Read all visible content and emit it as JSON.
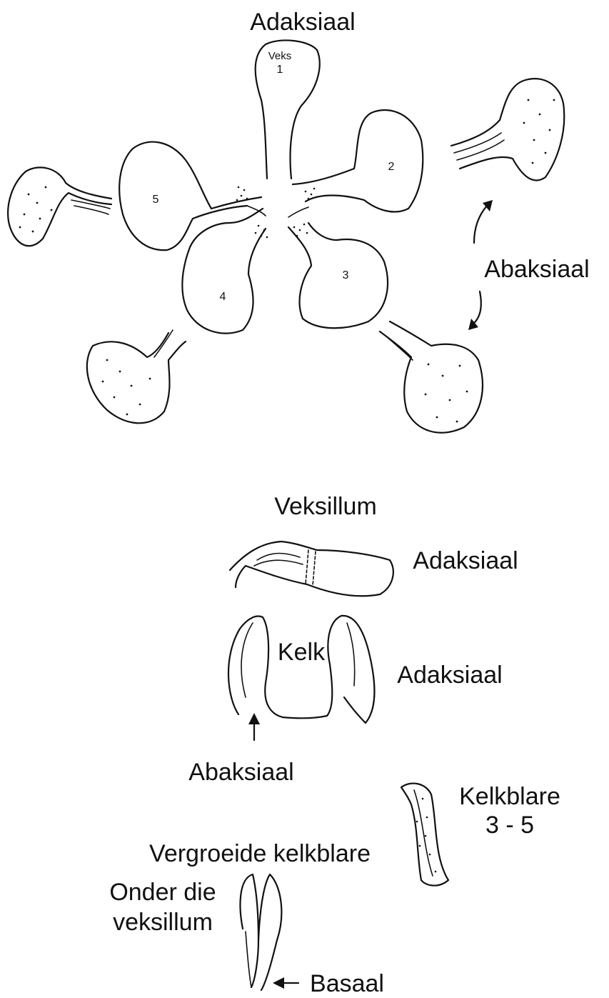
{
  "labels": {
    "adaksiaal_top": "Adaksiaal",
    "veks_short": "Veks",
    "petal_1": "1",
    "petal_2": "2",
    "petal_3": "3",
    "petal_4": "4",
    "petal_5": "5",
    "abaksiaal_right": "Abaksiaal",
    "veksillum_title": "Veksillum",
    "adaksiaal_veksillum": "Adaksiaal",
    "kelk_title": "Kelk",
    "adaksiaal_kelk": "Adaksiaal",
    "abaksiaal_kelk": "Abaksiaal",
    "kelkblare_line1": "Kelkblare",
    "kelkblare_line2": "3 - 5",
    "vergroeide": "Vergroeide kelkblare",
    "onder_line1": "Onder die",
    "onder_line2": "veksillum",
    "basaal": "Basaal"
  }
}
